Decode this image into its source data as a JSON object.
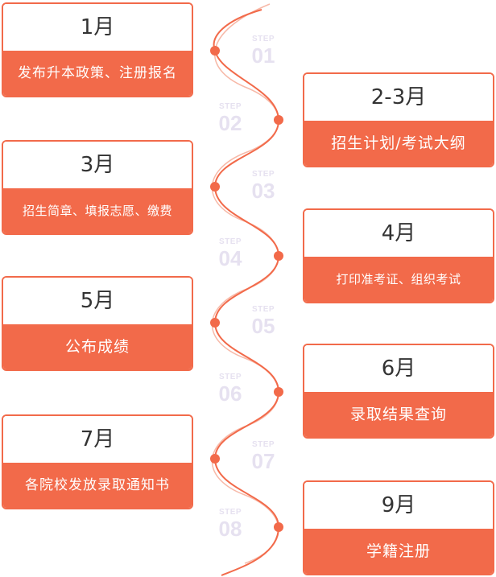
{
  "step_label": "STEP",
  "steps": [
    {
      "step": "01",
      "month": "1月",
      "desc": "发布升本政策、注册报名"
    },
    {
      "step": "02",
      "month": "2-3月",
      "desc": "招生计划/考试大纲"
    },
    {
      "step": "03",
      "month": "3月",
      "desc": "招生简章、填报志愿、缴费"
    },
    {
      "step": "04",
      "month": "4月",
      "desc": "打印准考证、组织考试"
    },
    {
      "step": "05",
      "month": "5月",
      "desc": "公布成绩"
    },
    {
      "step": "06",
      "month": "6月",
      "desc": "录取结果查询"
    },
    {
      "step": "07",
      "month": "7月",
      "desc": "各院校发放录取通知书"
    },
    {
      "step": "08",
      "month": "9月",
      "desc": "学籍注册"
    }
  ],
  "colors": {
    "accent": "#f26a4a",
    "wave_light": "#f7b9a8",
    "step_text": "#e6e1f0",
    "month_text": "#333333"
  }
}
